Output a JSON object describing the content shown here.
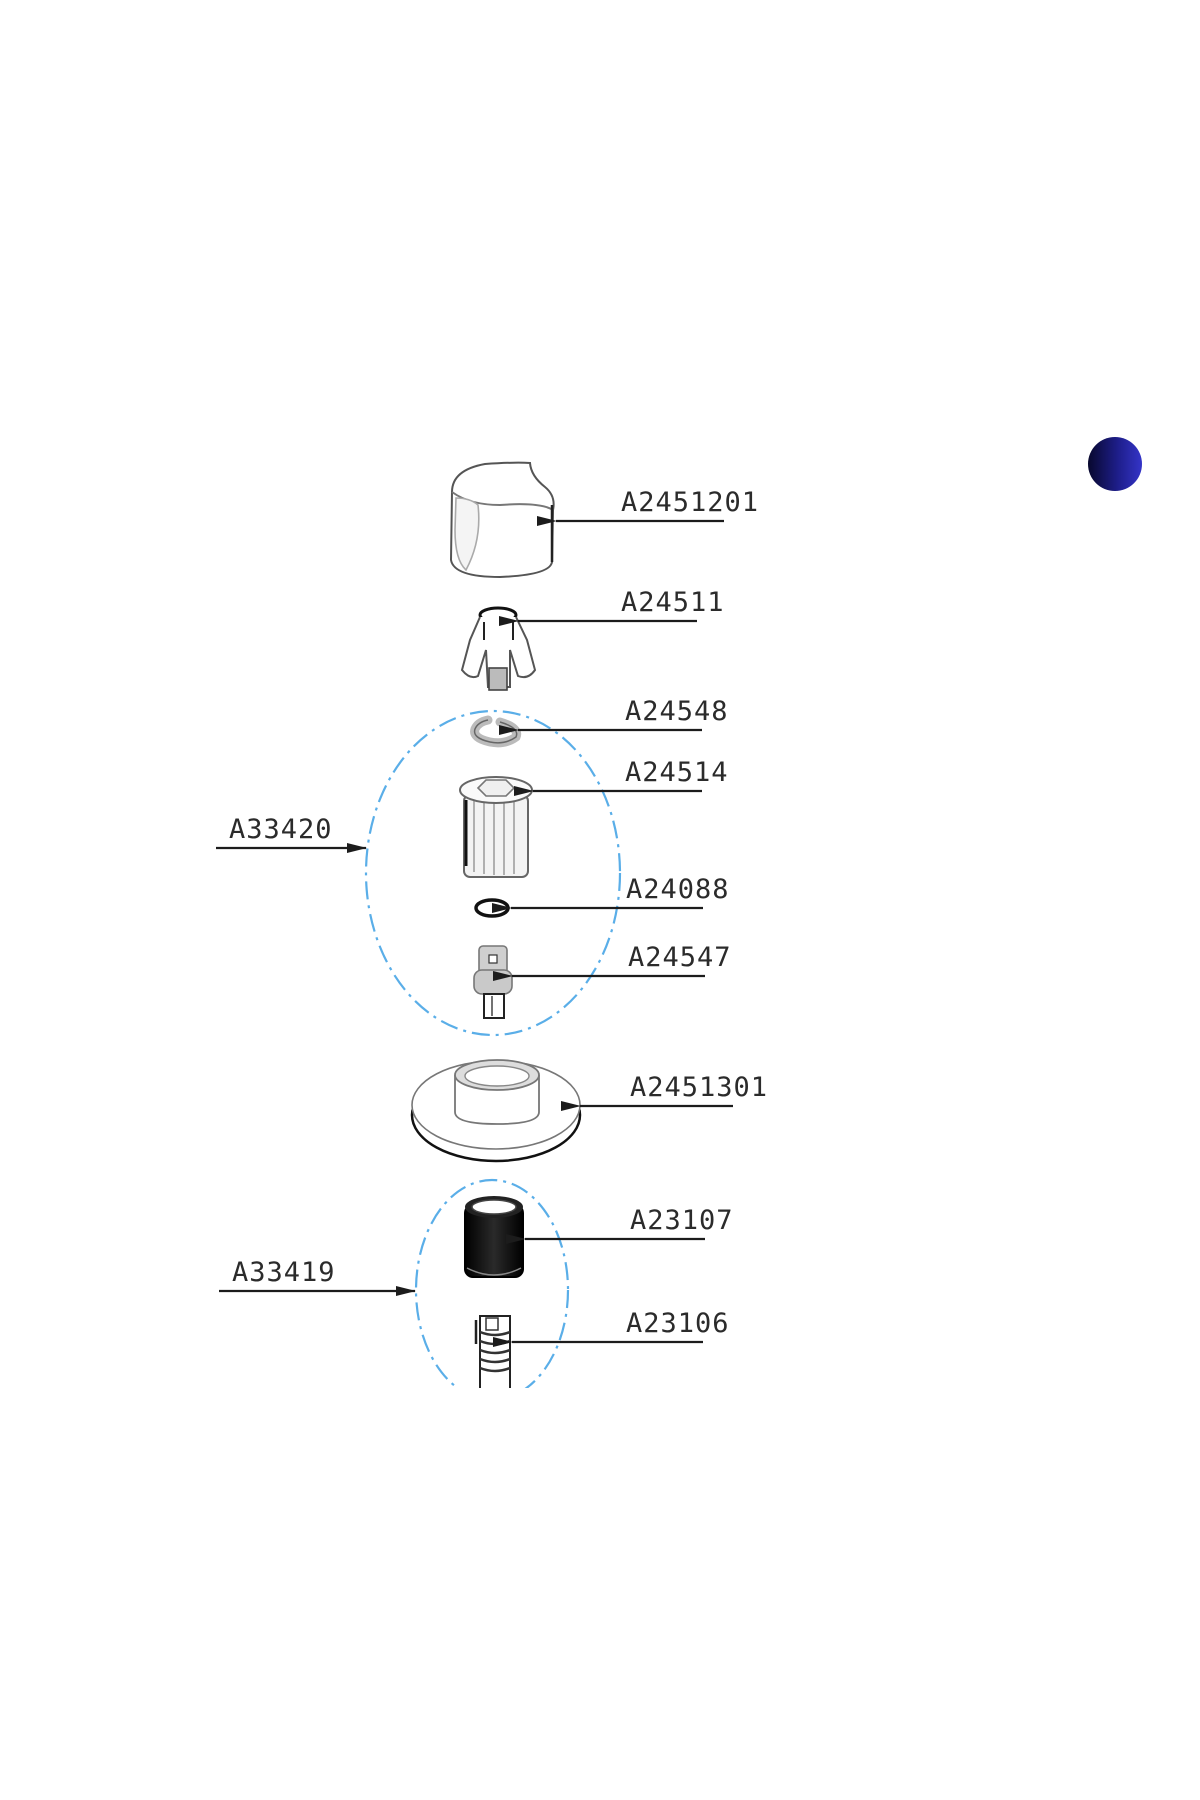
{
  "diagram": {
    "type": "exploded-parts-diagram",
    "accent_colors": {
      "group_outline": "#5aaee8",
      "leader_line": "#1c1c1c",
      "label_text": "#2b2b2b",
      "marker_dot_dark": "#0a0a3a",
      "marker_dot_light": "#3030c0"
    },
    "parts": [
      {
        "id": "A2451201",
        "label": "A2451201",
        "component": "handle-cap"
      },
      {
        "id": "A24511",
        "label": "A24511",
        "component": "handle-adapter"
      },
      {
        "id": "A24548",
        "label": "A24548",
        "component": "retaining-clip"
      },
      {
        "id": "A24514",
        "label": "A24514",
        "component": "cartridge-nut"
      },
      {
        "id": "A24088",
        "label": "A24088",
        "component": "o-ring"
      },
      {
        "id": "A24547",
        "label": "A24547",
        "component": "stem"
      },
      {
        "id": "A2451301",
        "label": "A2451301",
        "component": "escutcheon-flange"
      },
      {
        "id": "A23107",
        "label": "A23107",
        "component": "sleeve"
      },
      {
        "id": "A23106",
        "label": "A23106",
        "component": "threaded-insert"
      }
    ],
    "groups": [
      {
        "id": "A33420",
        "label": "A33420",
        "contains": [
          "A24548",
          "A24514",
          "A24088",
          "A24547"
        ]
      },
      {
        "id": "A33419",
        "label": "A33419",
        "contains": [
          "A23107",
          "A23106"
        ]
      }
    ],
    "marker": {
      "icon": "blue-dot-icon"
    }
  }
}
